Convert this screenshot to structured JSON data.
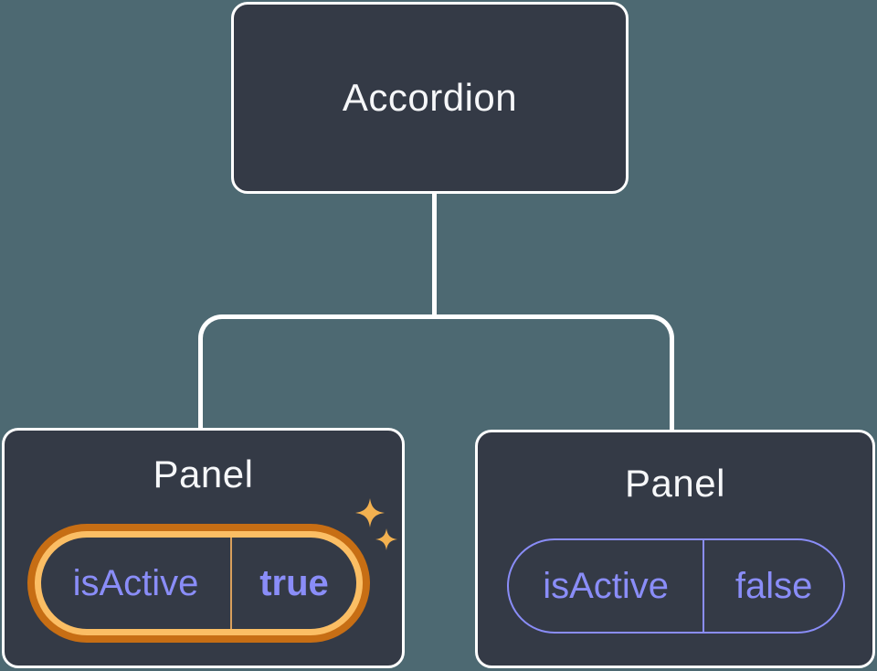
{
  "diagram": {
    "root": {
      "label": "Accordion"
    },
    "panels": [
      {
        "title": "Panel",
        "highlighted": true,
        "state": {
          "label": "isActive",
          "value": "true"
        }
      },
      {
        "title": "Panel",
        "highlighted": false,
        "state": {
          "label": "isActive",
          "value": "false"
        }
      }
    ]
  },
  "colors": {
    "bg": "#4d6972",
    "node-fill": "#343a46",
    "node-border": "#ffffff",
    "connector": "#ffffff",
    "title-text": "#f6f7f9",
    "purple": "#8a8df8",
    "ring-outer": "#c76e14",
    "ring-inner": "#fbbe64",
    "divider-gold": "#d9a05c",
    "sparkle": "#f3b150"
  }
}
